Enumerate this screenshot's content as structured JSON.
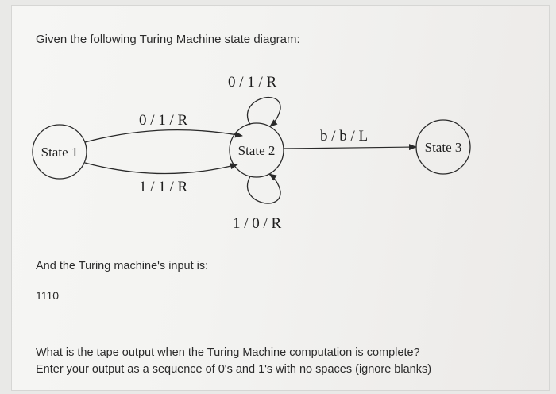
{
  "intro": "Given the following Turing Machine state diagram:",
  "diagram": {
    "states": [
      "State 1",
      "State 2",
      "State 3"
    ],
    "transitions": {
      "s1_to_s2_top": "0 / 1 / R",
      "s1_to_s2_bottom": "1 / 1 / R",
      "s2_loop_top": "0 / 1 / R",
      "s2_loop_bottom": "1 / 0 / R",
      "s2_to_s3": "b / b / L"
    }
  },
  "input_label": "And the Turing machine's input is:",
  "input_value": "1110",
  "question_line1": "What is the tape output when the Turing Machine computation is complete?",
  "question_line2": "Enter your output as a sequence of 0's and 1's with no spaces (ignore blanks)"
}
